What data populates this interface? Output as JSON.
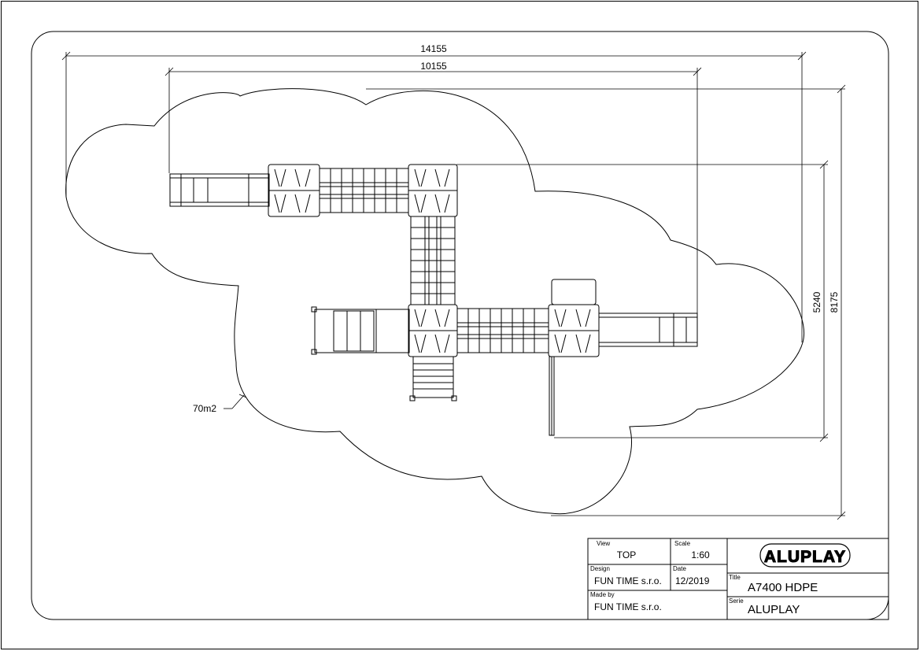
{
  "dimensions": {
    "overall_width": "14155",
    "inner_width": "10155",
    "inner_depth": "5240",
    "overall_depth": "8175"
  },
  "area_label": "70m2",
  "title_block": {
    "view_label": "View",
    "view_value": "TOP",
    "scale_label": "Scale",
    "scale_value": "1:60",
    "design_label": "Design",
    "design_value": "FUN TIME s.r.o.",
    "date_label": "Date",
    "date_value": "12/2019",
    "made_by_label": "Made by",
    "made_by_value": "FUN TIME s.r.o.",
    "title_label": "Title",
    "title_value": "A7400 HDPE",
    "serie_label": "Serie",
    "serie_value": "ALUPLAY",
    "logo_text": "ALUPLAY"
  }
}
